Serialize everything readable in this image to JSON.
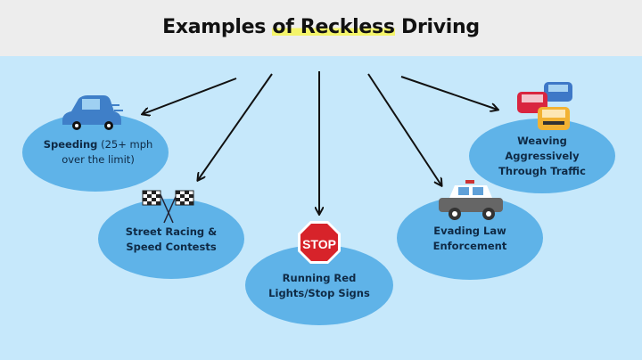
{
  "title": {
    "pre": "Examples ",
    "highlight": "of Reckless",
    "post": " Driving"
  },
  "items": [
    {
      "bold": "Speeding",
      "rest": " (25+ mph over the limit)",
      "icon": "speeding-car-icon"
    },
    {
      "bold": "Street Racing & Speed Contests",
      "rest": "",
      "icon": "checkered-flags-icon"
    },
    {
      "bold": "Running Red Lights/Stop Signs",
      "rest": "",
      "icon": "stop-sign-icon",
      "sign_text": "STOP"
    },
    {
      "bold": "Evading Law Enforcement",
      "rest": "",
      "icon": "police-car-icon"
    },
    {
      "bold": "Weaving Aggressively Through Traffic",
      "rest": "",
      "icon": "traffic-cars-icon"
    }
  ],
  "colors": {
    "bubble": "#5fb3e8",
    "background": "#c6e8fb",
    "header": "#ededed",
    "highlight": "#f4f46a",
    "stop": "#d7232a"
  }
}
